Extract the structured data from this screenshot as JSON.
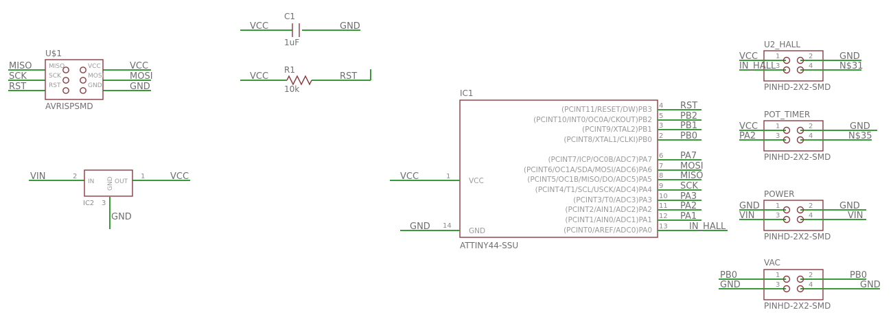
{
  "capacitor": {
    "name": "C1",
    "value": "1uF",
    "left_net": "VCC",
    "right_net": "GND"
  },
  "resistor": {
    "name": "R1",
    "value": "10k",
    "left_net": "VCC",
    "right_net": "RST"
  },
  "isp": {
    "name": "U$1",
    "package": "AVRISPSMD",
    "pins": [
      "MISO",
      "VCC",
      "SCK",
      "MOSI",
      "RST",
      "GND"
    ],
    "left_nets": [
      "MISO",
      "SCK",
      "RST"
    ],
    "right_nets": [
      "VCC",
      "MOSI",
      "GND"
    ]
  },
  "regulator": {
    "name": "IC2",
    "pin_in": "IN",
    "pin_out": "OUT",
    "pin_gnd": "GND",
    "num_in": "2",
    "num_out": "1",
    "num_gnd": "3",
    "net_in": "VIN",
    "net_out": "VCC",
    "net_gnd": "GND"
  },
  "mcu": {
    "name": "IC1",
    "part": "ATTINY44-SSU",
    "left_pins": [
      {
        "num": "1",
        "label": "VCC",
        "net": "VCC"
      },
      {
        "num": "14",
        "label": "GND",
        "net": "GND"
      }
    ],
    "right_pins": [
      {
        "num": "4",
        "label": "(PCINT11/RESET/DW)PB3",
        "net": "RST"
      },
      {
        "num": "5",
        "label": "(PCINT10/INT0/OC0A/CKOUT)PB2",
        "net": "PB2"
      },
      {
        "num": "3",
        "label": "(PCINT9/XTAL2)PB1",
        "net": "PB1"
      },
      {
        "num": "2",
        "label": "(PCINT8/XTAL1/CLKI)PB0",
        "net": "PB0"
      },
      {
        "num": "6",
        "label": "(PCINT7/ICP/OC0B/ADC7)PA7",
        "net": "PA7"
      },
      {
        "num": "7",
        "label": "(PCINT6/OC1A/SDA/MOSI/ADC6)PA6",
        "net": "MOSI"
      },
      {
        "num": "8",
        "label": "(PCINT5/OC1B/MISO/DO/ADC5)PA5",
        "net": "MISO"
      },
      {
        "num": "9",
        "label": "(PCINT4/T1/SCL/USCK/ADC4)PA4",
        "net": "SCK"
      },
      {
        "num": "10",
        "label": "(PCINT3/T0/ADC3)PA3",
        "net": "PA3"
      },
      {
        "num": "11",
        "label": "(PCINT2/AIN1/ADC2)PA2",
        "net": "PA2"
      },
      {
        "num": "12",
        "label": "(PCINT1/AIN0/ADC1)PA1",
        "net": "PA1"
      },
      {
        "num": "13",
        "label": "(PCINT0/AREF/ADC0)PA0",
        "net": "IN_HALL"
      }
    ]
  },
  "headers": [
    {
      "name": "U2_HALL",
      "package": "PINHD-2X2-SMD",
      "pin_nums": [
        "1",
        "2",
        "3",
        "4"
      ],
      "left_nets": [
        "VCC",
        "IN_HALL"
      ],
      "right_nets": [
        "GND",
        "N$31"
      ]
    },
    {
      "name": "POT_TIMER",
      "package": "PINHD-2X2-SMD",
      "pin_nums": [
        "1",
        "2",
        "3",
        "4"
      ],
      "left_nets": [
        "VCC",
        "PA2"
      ],
      "right_nets": [
        "GND",
        "N$35"
      ]
    },
    {
      "name": "POWER",
      "package": "PINHD-2X2-SMD",
      "pin_nums": [
        "1",
        "2",
        "3",
        "4"
      ],
      "left_nets": [
        "GND",
        "VIN"
      ],
      "right_nets": [
        "GND",
        "VIN"
      ]
    },
    {
      "name": "VAC",
      "package": "PINHD-2X2-SMD",
      "pin_nums": [
        "1",
        "2",
        "3",
        "4"
      ],
      "left_nets": [
        "PB0",
        "GND"
      ],
      "right_nets": [
        "PB0",
        "GND"
      ]
    }
  ],
  "colors": {
    "symbol": "#8a3a40",
    "wire": "#3a9a3a",
    "text": "#6e6e6e"
  }
}
